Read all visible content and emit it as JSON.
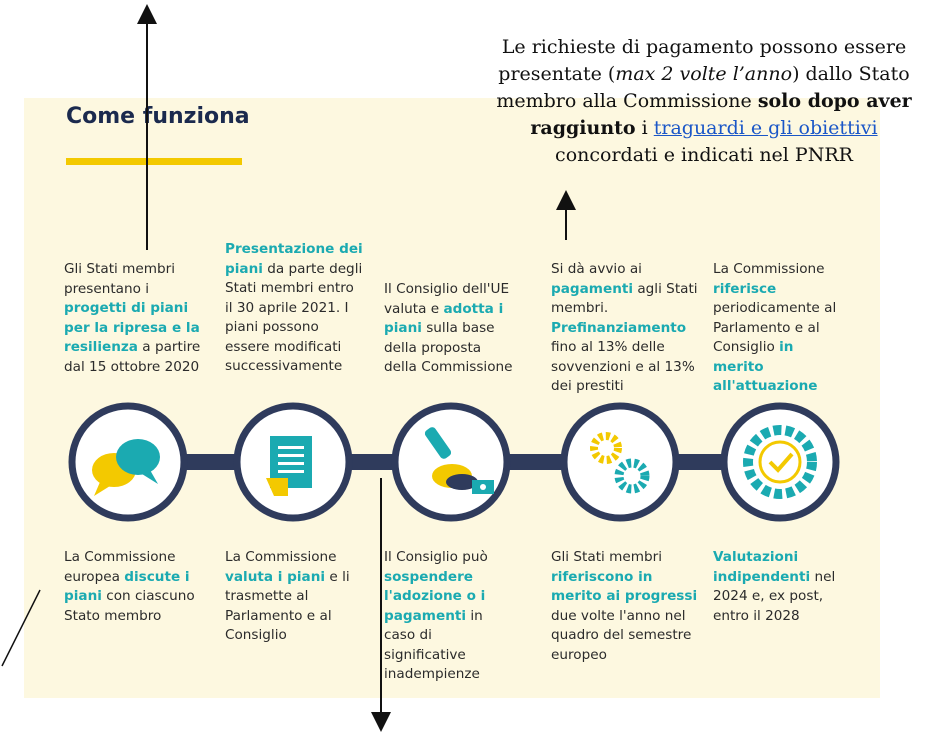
{
  "title": "Come funziona",
  "note": {
    "p1": "Le richieste di pagamento possono essere presentate (",
    "italic": "max 2 volte l’anno",
    "p2": ") dallo Stato membro alla Commissione ",
    "bold": "solo dopo aver raggiunto",
    "p3": " i ",
    "link": "traguardi e gli obiettivi ",
    "p4": "concordati e indicati nel PNRR"
  },
  "top_steps": [
    {
      "pre": "Gli Stati membri presentano i ",
      "hl": "progetti di piani per la ripresa e la resilienza",
      "post": " a partire dal 15 ottobre 2020"
    },
    {
      "pre": "",
      "hl": "Presentazione dei piani",
      "post": " da parte degli Stati membri entro il 30 aprile 2021. I piani possono essere modificati successivamente"
    },
    {
      "pre": "Il Consiglio dell'UE valuta e ",
      "hl": "adotta i piani",
      "post": " sulla base della proposta della Commissione"
    },
    {
      "pre": "Si dà avvio ai ",
      "hl": "pagamenti",
      "post": " agli Stati membri. ",
      "hl2": "Prefinanziamento",
      "post2": " fino al 13% delle sovvenzioni e al 13% dei prestiti"
    },
    {
      "pre": "La Commissione ",
      "hl": "riferisce",
      "post": " periodicamente al Parlamento e al Consiglio ",
      "hl2": "in merito all'attuazione",
      "post2": ""
    }
  ],
  "bottom_steps": [
    {
      "pre": "La Commissione europea ",
      "hl": "discute i piani",
      "post": " con ciascuno Stato membro"
    },
    {
      "pre": "La Commissione ",
      "hl": "valuta i piani",
      "post": " e li trasmette al Parlamento e al Consiglio"
    },
    {
      "pre": "Il Consiglio può ",
      "hl": "sospendere l'adozione o i pagamenti",
      "post": " in caso di significative inadempienze"
    },
    {
      "pre": "Gli Stati membri ",
      "hl": "riferiscono in merito ai progressi",
      "post": " due volte l'anno nel quadro del semestre europeo"
    },
    {
      "pre": "",
      "hl": "Valutazioni indipendenti",
      "post": " nel 2024 e, ex post, entro il 2028"
    }
  ],
  "icons": [
    "speech-bubbles-icon",
    "document-icon",
    "stamp-icon",
    "gears-icon",
    "checkmark-badge-icon"
  ],
  "colors": {
    "panel": "#fdf8e0",
    "accent": "#1baab1",
    "navy": "#1b2a4e",
    "yellow": "#f3c900",
    "link": "#1a56c7"
  }
}
